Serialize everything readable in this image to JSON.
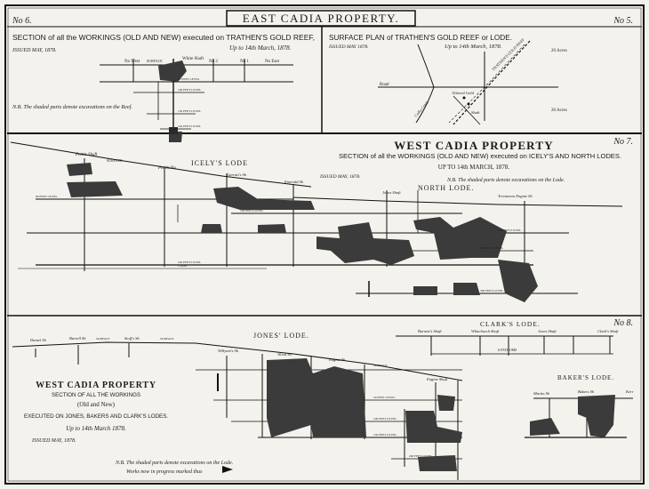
{
  "east": {
    "title": "EAST CADIA PROPERTY.",
    "no6": "No 6.",
    "no5": "No 5.",
    "sec6": {
      "title": "SECTION of all the WORKINGS (OLD AND NEW) executed on TRATHEN'S GOLD REEF,",
      "issued": "ISSUED MAY, 1878.",
      "upto": "Up to 14th March, 1878.",
      "note": "N.B. The shaded parts denote excavations on the Reef.",
      "labels": [
        "No West",
        "SURFACE",
        "White Shaft",
        "No 2",
        "No 1",
        "No East",
        "50 FEET LEVEL",
        "100 FEET LEVEL",
        "150 FEET LEVEL",
        "192 FEET LEVEL"
      ]
    },
    "sec5": {
      "title": "SURFACE PLAN of TRATHEN'S GOLD REEF or LODE.",
      "issued": "ISSUED MAY 1878.",
      "upto": "Up to 14th March, 1878.",
      "labels": [
        "Road",
        "20 Acres",
        "20 Acres",
        "Alluvial Gold",
        "Shaft",
        "TRATHEN'S GOLD REEF",
        "Cadia Creek"
      ]
    }
  },
  "west": {
    "no7": "No 7.",
    "title": "WEST CADIA PROPERTY",
    "subtitle": "SECTION of all the WORKINGS (OLD AND NEW) executed on ICELY'S AND NORTH LODES.",
    "upto": "UP TO 14th MARCH, 1878.",
    "issued": "ISSUED MAY, 1878.",
    "note": "N.B. The shaded parts denote excavations on the Lode.",
    "icely": "ICELY'S LODE",
    "north": "NORTH LODE.",
    "labels": [
      "Pettits Shaft",
      "SURFACE",
      "Pettits No",
      "Garratt's Sh",
      "Emerald Sh",
      "Jones Shaft",
      "Trevannon Engine Sh",
      "60 FEET LEVEL",
      "100 FEET LEVEL",
      "150 FEET LEVEL",
      "200 FEET LEVEL",
      "250 FEET LEVEL",
      "300 FEET LEVEL",
      "1 ADIT"
    ]
  },
  "no8": {
    "no8": "No 8.",
    "title": "WEST CADIA PROPERTY",
    "lines": [
      "SECTION OF ALL THE WORKINGS",
      "(Old and New)",
      "EXECUTED ON JONES, BAKERS AND CLARK'S LODES."
    ],
    "upto": "Up to 14th March 1878.",
    "issued": "ISSUED MAY, 1878.",
    "note1": "N.B. The shaded parts denote excavations on the Lode.",
    "note2": "Works now in progress marked thus",
    "jones": "JONES' LODE.",
    "clarks": "CLARK'S LODE.",
    "bakers": "BAKER'S LODE.",
    "labels": [
      "Daniel Sh",
      "Burrell Sh",
      "SURFACE",
      "Stoff's Sh",
      "SURFACE",
      "Willyam's Sh",
      "Wood Sh",
      "Engine Sh",
      "SURFACE",
      "Engine Shaft",
      "Burnett's Shaft",
      "Whitchurch Shaft",
      "Jones Shaft",
      "Clark's Shaft",
      "Martin Sh",
      "Bakers Sh",
      "Kerr",
      "6 FATHOMS",
      "50 FEET LEVEL",
      "100 FEET LEVEL",
      "150 FEET LEVEL",
      "200 FEET LEVEL"
    ]
  }
}
